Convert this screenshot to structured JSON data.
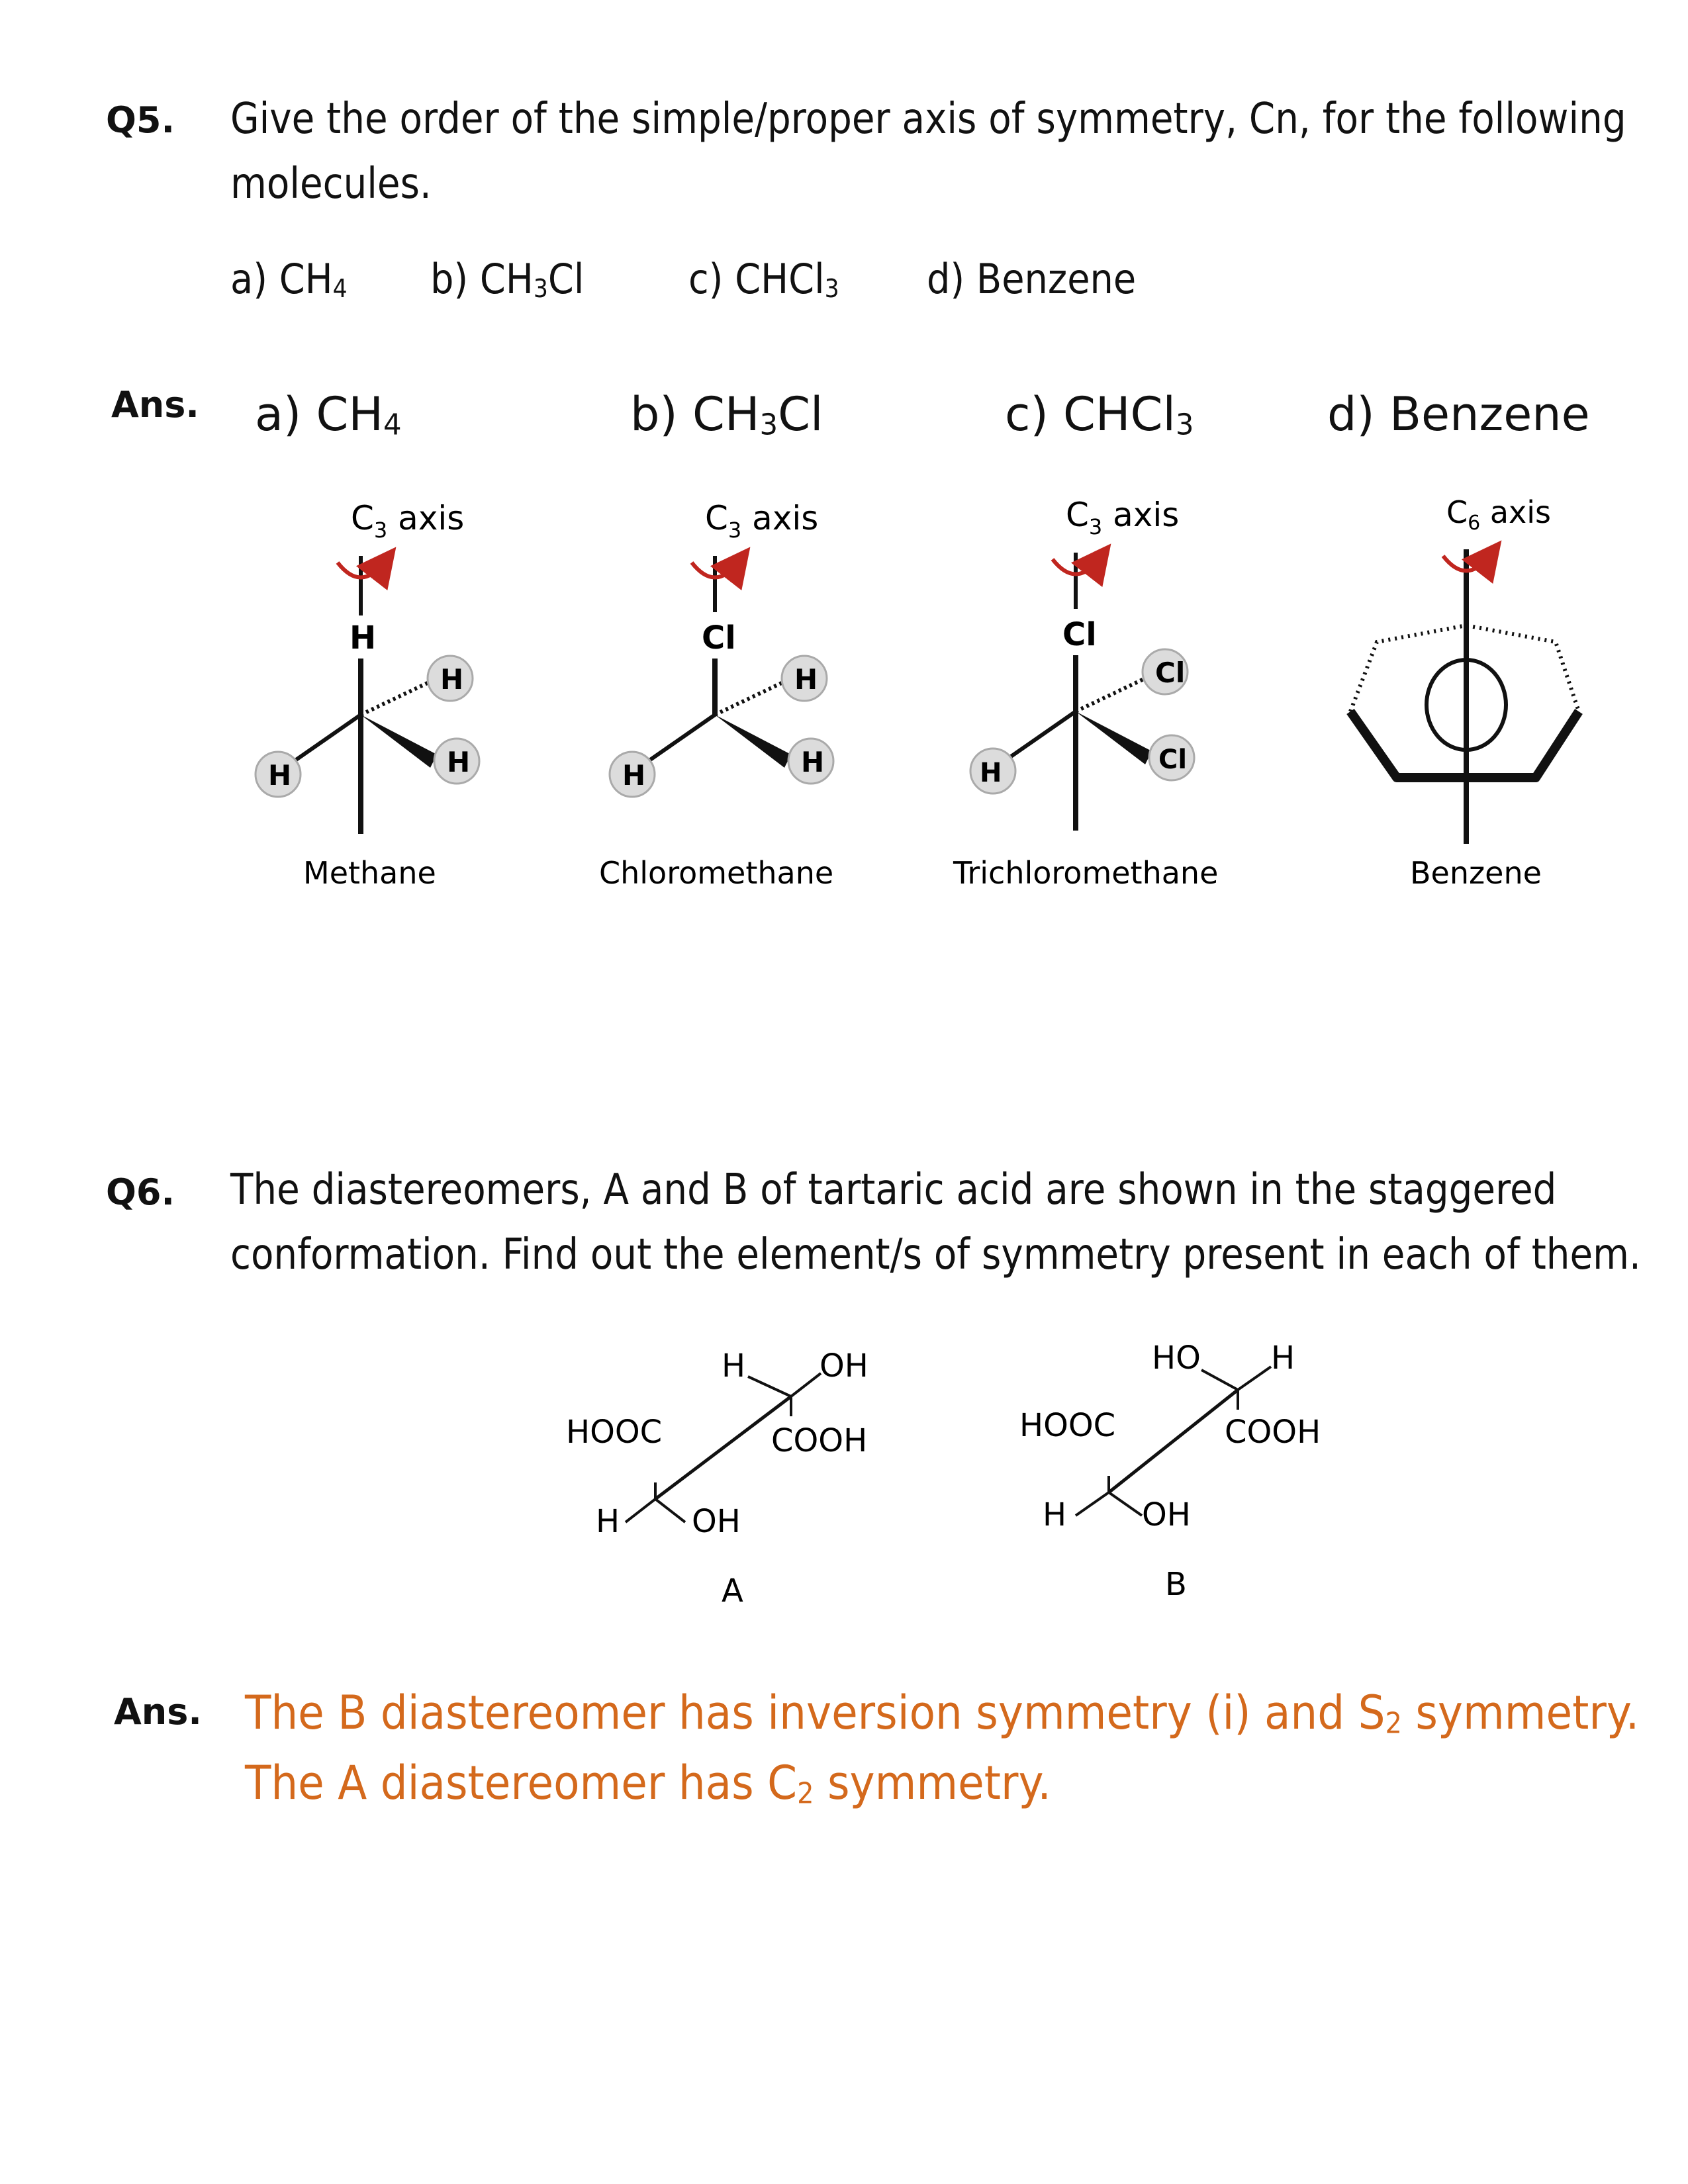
{
  "q5": {
    "number": "Q5.",
    "text_line1": "Give the order of the simple/proper axis of symmetry, Cn, for the following",
    "text_line2": "molecules.",
    "options": [
      {
        "label": "a) CH",
        "sub": "4"
      },
      {
        "label": "b) CH",
        "sub": "3",
        "suffix": "Cl"
      },
      {
        "label": "c) CHCl",
        "sub": "3"
      },
      {
        "label": "d) Benzene"
      }
    ]
  },
  "ans5": {
    "label": "Ans.",
    "options": [
      {
        "label": "a) CH",
        "sub": "4"
      },
      {
        "label": "b) CH",
        "sub": "3",
        "suffix": "Cl"
      },
      {
        "label": "c) CHCl",
        "sub": "3"
      },
      {
        "label": "d) Benzene"
      }
    ],
    "molecules": [
      {
        "axis_main": "C",
        "axis_sub": "3",
        "axis_suffix": " axis",
        "top_atom": "H",
        "atoms": [
          "H",
          "H",
          "H"
        ],
        "name": "Methane"
      },
      {
        "axis_main": "C",
        "axis_sub": "3",
        "axis_suffix": " axis",
        "top_atom": "Cl",
        "atoms": [
          "H",
          "H",
          "H"
        ],
        "name": "Chloromethane"
      },
      {
        "axis_main": "C",
        "axis_sub": "3",
        "axis_suffix": " axis",
        "top_atom": "Cl",
        "atoms": [
          "H",
          "Cl",
          "Cl"
        ],
        "name": "Trichloromethane"
      },
      {
        "axis_main": "C",
        "axis_sub": "6",
        "axis_suffix": " axis",
        "name": "Benzene"
      }
    ]
  },
  "q6": {
    "number": "Q6.",
    "text_line1": "The diastereomers, A and B of tartaric acid are shown in the staggered",
    "text_line2": "conformation. Find out the element/s of symmetry present in each of them.",
    "structA": {
      "top_left": "H",
      "top_right": "OH",
      "back_sub": "COOH",
      "front_left": "HOOC",
      "bottom_left": "H",
      "bottom_right": "OH",
      "label": "A"
    },
    "structB": {
      "top_left": "HO",
      "top_right": "H",
      "back_sub": "COOH",
      "front_left": "HOOC",
      "bottom_left": "H",
      "bottom_right": "OH",
      "label": "B"
    }
  },
  "ans6": {
    "label": "Ans.",
    "line1_pre": "The B diastereomer has inversion symmetry (i) and S",
    "line1_sub": "2",
    "line1_post": " symmetry.",
    "line2_pre": "The A diastereomer has C",
    "line2_sub": "2",
    "line2_post": " symmetry."
  },
  "colors": {
    "answer": "#d4691c",
    "arrow": "#c0261f",
    "atom_fill": "#dcdcdc"
  }
}
